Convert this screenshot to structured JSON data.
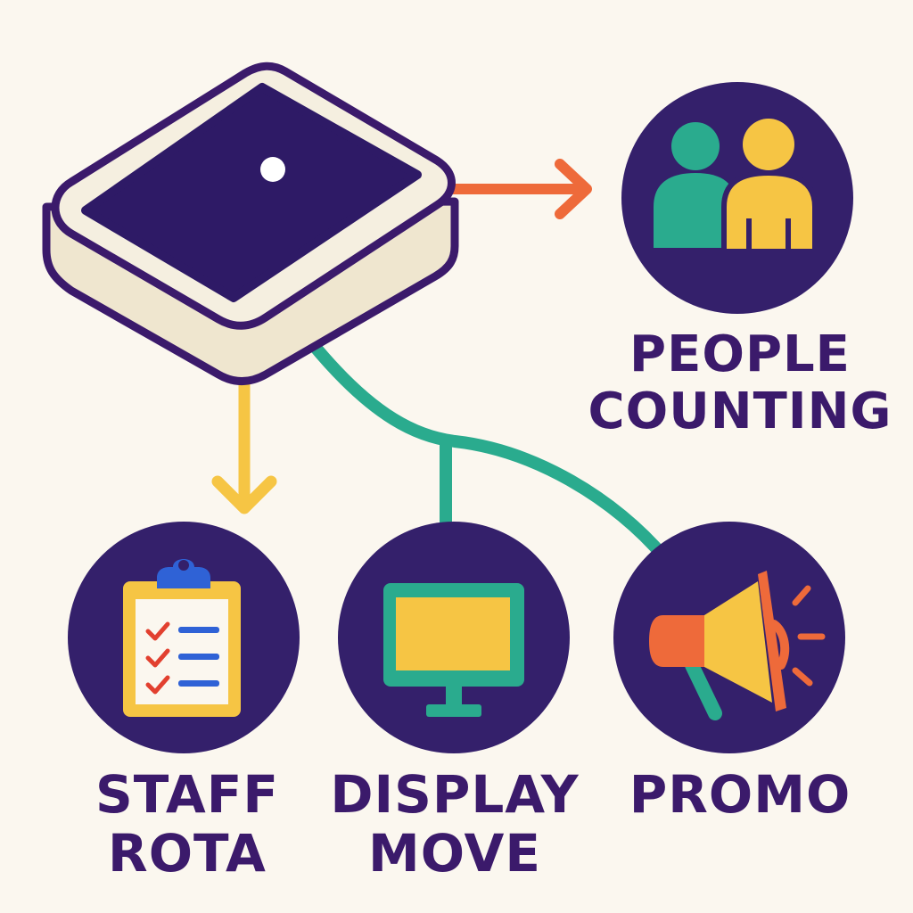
{
  "diagram": {
    "source": {
      "name": "sensor-device"
    },
    "outputs": [
      {
        "id": "people",
        "lines": [
          "PEOPLE",
          "COUNTING"
        ],
        "icon": "people-icon"
      },
      {
        "id": "staff",
        "lines": [
          "STAFF",
          "ROTA"
        ],
        "icon": "clipboard-checklist-icon"
      },
      {
        "id": "display",
        "lines": [
          "DISPLAY",
          "MOVE"
        ],
        "icon": "monitor-icon"
      },
      {
        "id": "promo",
        "lines": [
          "PROMO"
        ],
        "icon": "megaphone-icon"
      }
    ]
  },
  "colors": {
    "background": "#fbf7ef",
    "navy": "#3b1a6b",
    "device_body": "#f2ecdc",
    "orange": "#ee6a3a",
    "yellow": "#f6c544",
    "teal": "#2aab8e",
    "blue": "#2f62d6",
    "red": "#e2402f"
  }
}
